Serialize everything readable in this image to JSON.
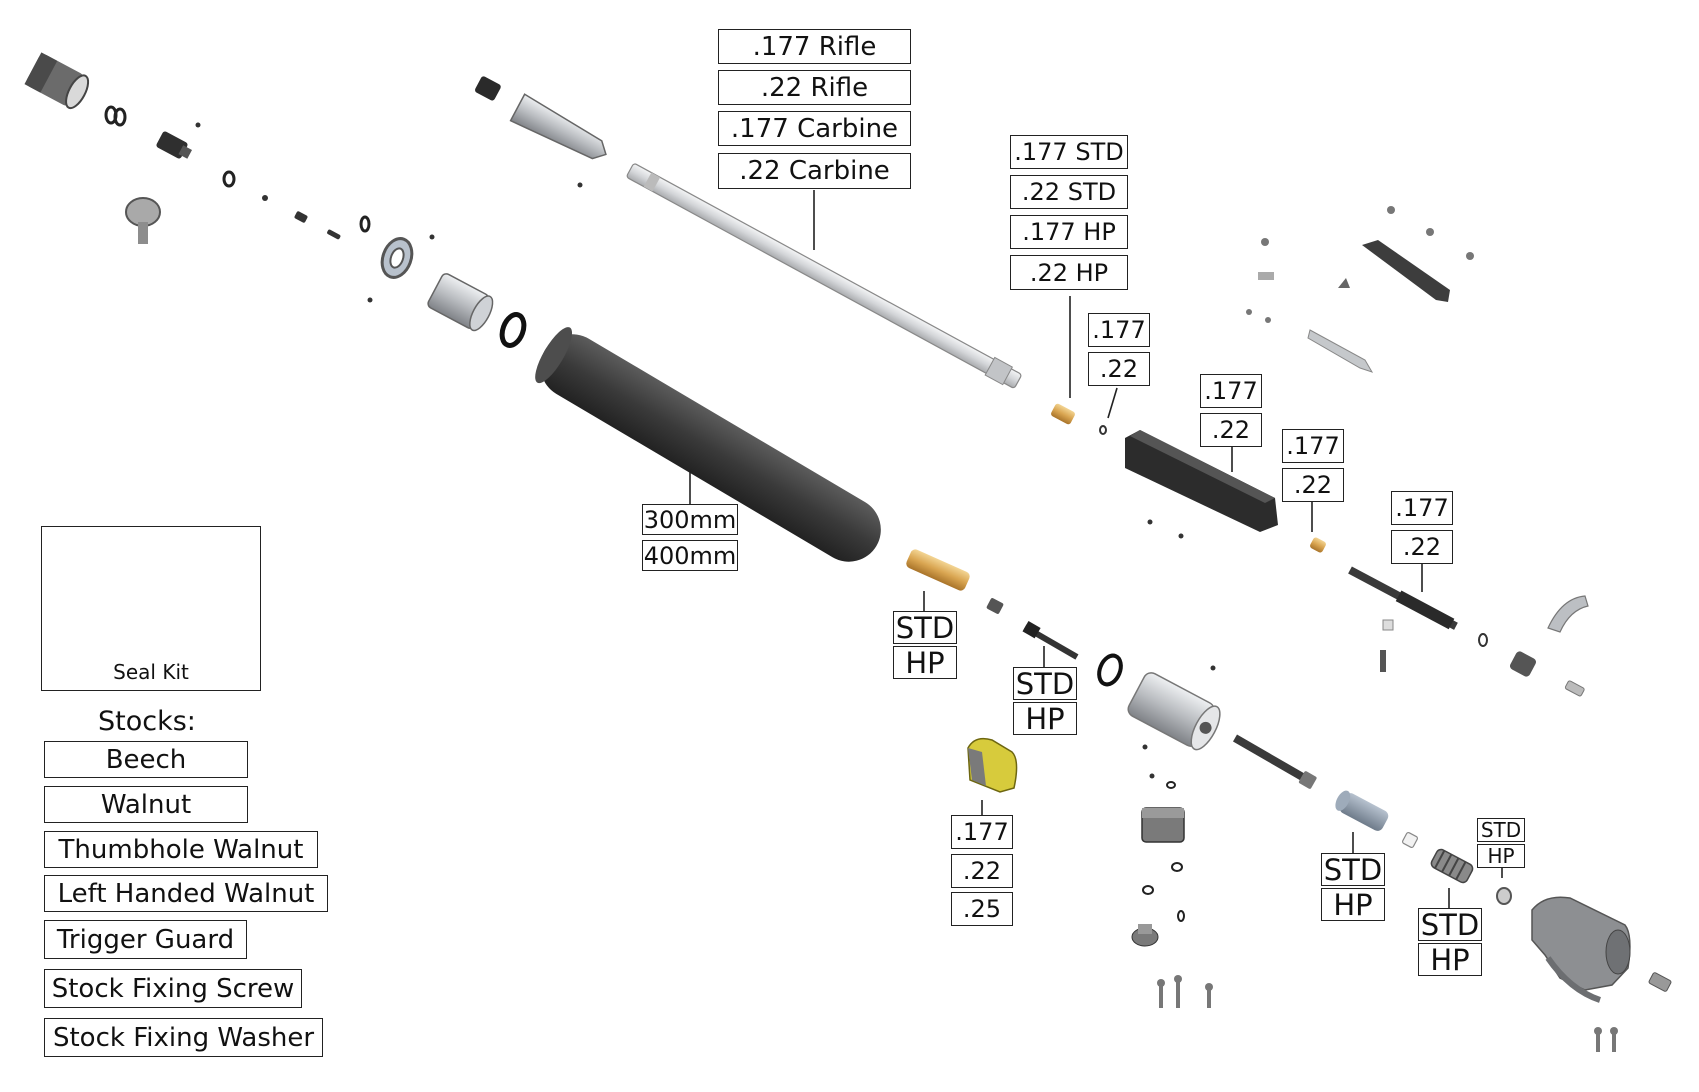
{
  "barrel_labels": [
    ".177 Rifle",
    ".22 Rifle",
    ".177 Carbine",
    ".22 Carbine"
  ],
  "breech_seal_labels": [
    ".177 STD",
    ".22 STD",
    ".177 HP",
    ".22 HP"
  ],
  "oring_labels": [
    ".177",
    ".22"
  ],
  "block_labels": [
    ".177",
    ".22"
  ],
  "probe_seal_labels": [
    ".177",
    ".22"
  ],
  "bolt_labels": [
    ".177",
    ".22"
  ],
  "cylinder_labels": [
    "300mm",
    "400mm"
  ],
  "transfer_port_labels": [
    "STD",
    "HP"
  ],
  "valve_stem_labels": [
    "STD",
    "HP"
  ],
  "magazine_labels": [
    ".177",
    ".22",
    ".25"
  ],
  "hammer_labels": [
    "STD",
    "HP"
  ],
  "spring_labels": [
    "STD",
    "HP"
  ],
  "small_labels": [
    "STD",
    "HP"
  ],
  "seal_kit": {
    "caption": "Seal Kit"
  },
  "stocks": {
    "title": "Stocks:",
    "items": [
      "Beech",
      "Walnut",
      "Thumbhole Walnut",
      "Left Handed Walnut",
      "Trigger Guard",
      "Stock Fixing Screw",
      "Stock Fixing Washer"
    ]
  },
  "colors": {
    "cylinder": "#3d3d3d",
    "barrel": "#d6d8db",
    "brass": "#d8a85a",
    "magazine": "#d9cc3a",
    "line": "#222222"
  }
}
